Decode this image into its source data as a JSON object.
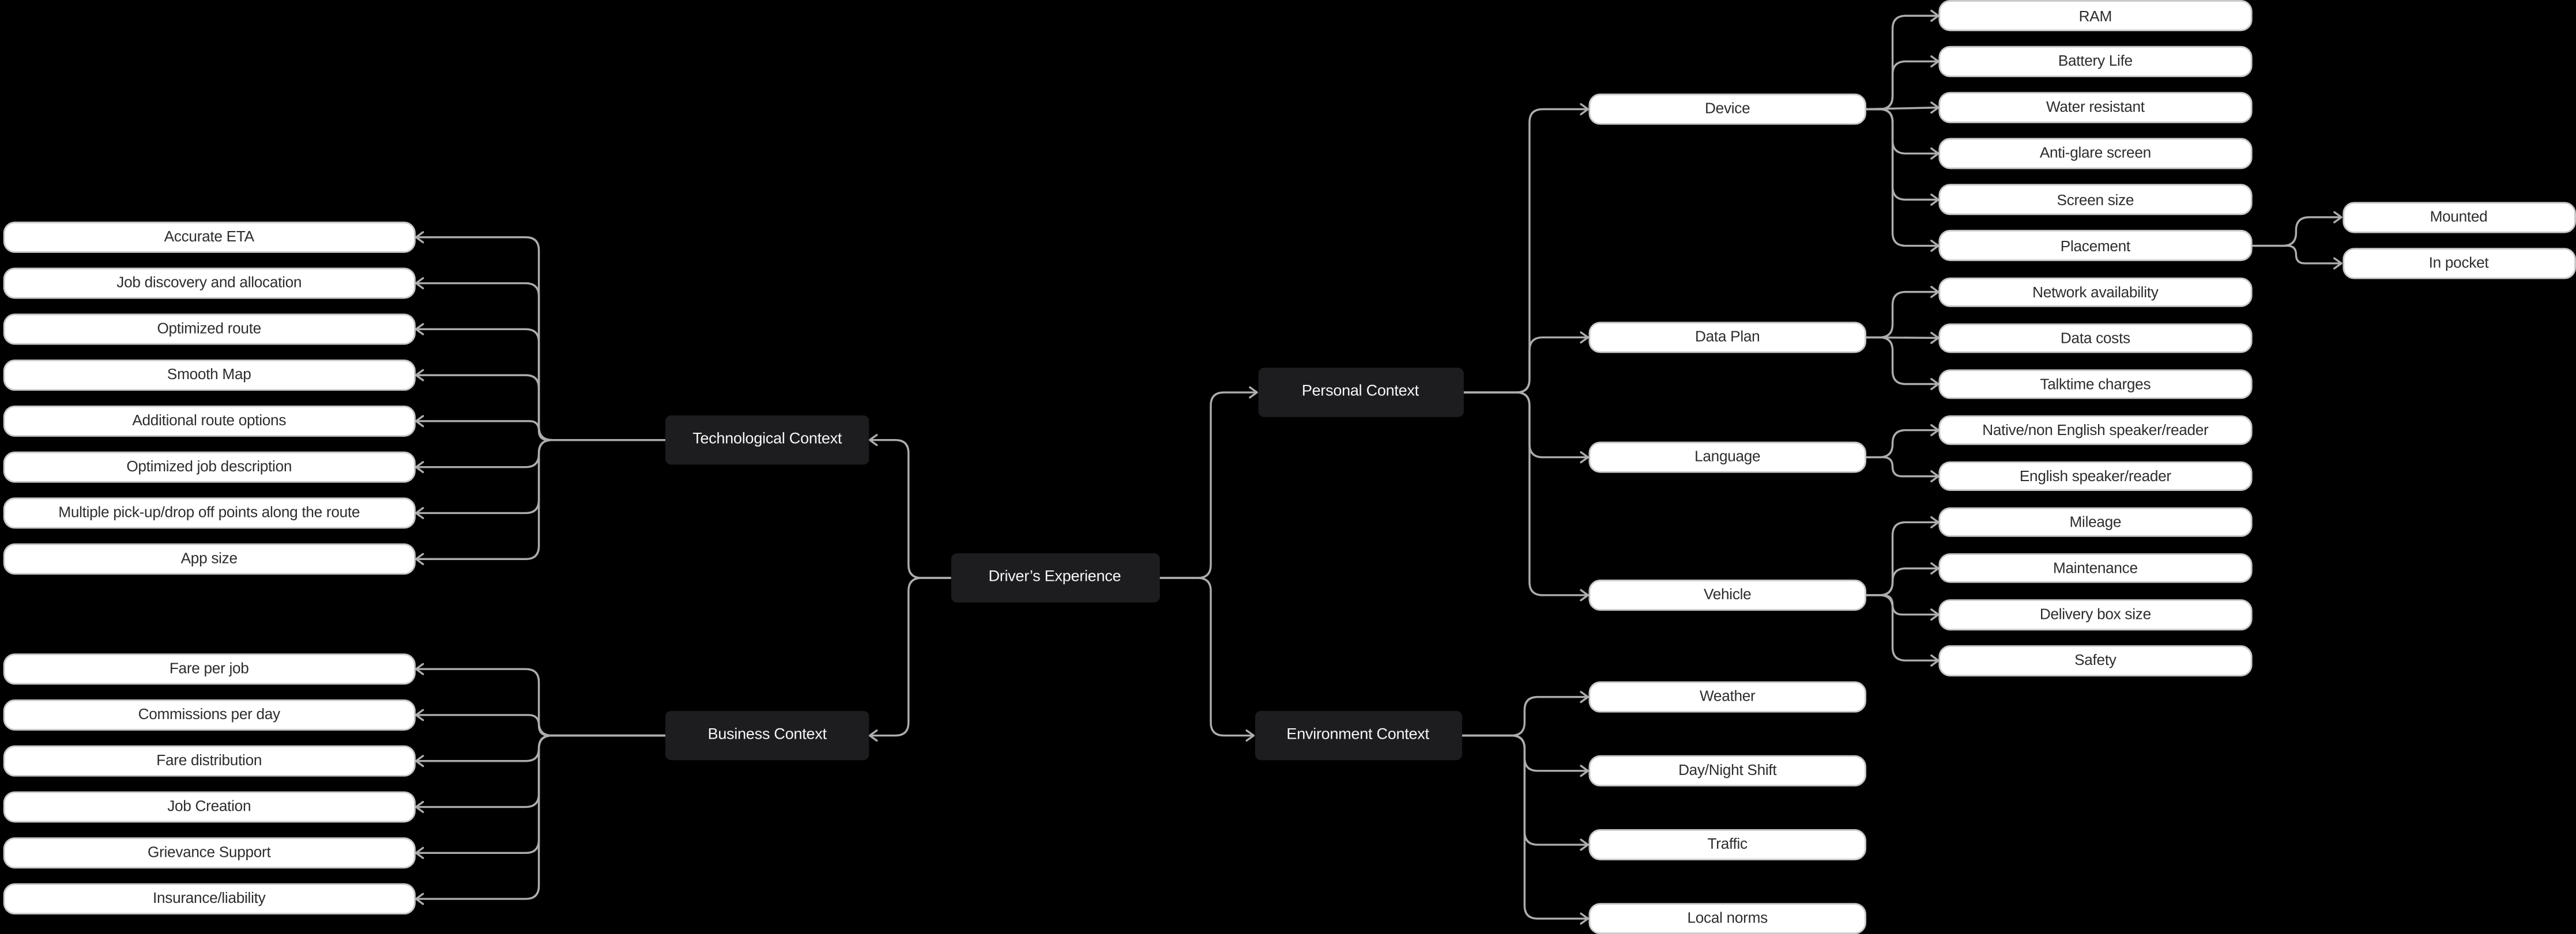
{
  "colors": {
    "background": "#000000",
    "edge": "#adadad",
    "pill_bg": "#ffffff",
    "pill_border": "#c8c8ca",
    "pill_text": "#2d2d2f",
    "dark_node_bg": "#1d1d1f",
    "dark_node_text": "#f6f6f7"
  },
  "nodes": {
    "drivers": {
      "label": "Driver’s Experience"
    },
    "tech": {
      "label": "Technological Context"
    },
    "business": {
      "label": "Business Context"
    },
    "personal": {
      "label": "Personal Context"
    },
    "environment": {
      "label": "Environment Context"
    },
    "eta": {
      "label": "Accurate ETA"
    },
    "jobdiscovery": {
      "label": "Job discovery and allocation"
    },
    "optroute": {
      "label": "Optimized route"
    },
    "smoothmap": {
      "label": "Smooth Map"
    },
    "addroutes": {
      "label": "Additional route options"
    },
    "optjob": {
      "label": "Optimized job description"
    },
    "multipick": {
      "label": "Multiple pick-up/drop off points along the route"
    },
    "appsize": {
      "label": "App size"
    },
    "fare": {
      "label": "Fare per job"
    },
    "commissions": {
      "label": "Commissions per day"
    },
    "faredist": {
      "label": "Fare distribution"
    },
    "jobcreation": {
      "label": "Job Creation"
    },
    "grievance": {
      "label": "Grievance Support"
    },
    "insurance": {
      "label": "Insurance/liability"
    },
    "device": {
      "label": "Device"
    },
    "dataplan": {
      "label": "Data Plan"
    },
    "language": {
      "label": "Language"
    },
    "vehicle": {
      "label": "Vehicle"
    },
    "weather": {
      "label": "Weather"
    },
    "dayshift": {
      "label": "Day/Night Shift"
    },
    "traffic": {
      "label": "Traffic"
    },
    "localnorms": {
      "label": "Local norms"
    },
    "ram": {
      "label": "RAM"
    },
    "battery": {
      "label": "Battery Life"
    },
    "water": {
      "label": "Water resistant"
    },
    "antiglare": {
      "label": "Anti-glare screen"
    },
    "screensize": {
      "label": "Screen size"
    },
    "placement": {
      "label": "Placement"
    },
    "network": {
      "label": "Network availability"
    },
    "datacosts": {
      "label": "Data costs"
    },
    "talktime": {
      "label": "Talktime charges"
    },
    "native": {
      "label": "Native/non English speaker/reader"
    },
    "english": {
      "label": "English speaker/reader"
    },
    "mileage": {
      "label": "Mileage"
    },
    "maintenance": {
      "label": "Maintenance"
    },
    "deliverybox": {
      "label": "Delivery box size"
    },
    "safety": {
      "label": "Safety"
    },
    "mounted": {
      "label": "Mounted"
    },
    "inpocket": {
      "label": "In pocket"
    }
  },
  "edges": [
    {
      "from": "drivers",
      "to": "tech"
    },
    {
      "from": "drivers",
      "to": "business"
    },
    {
      "from": "drivers",
      "to": "personal"
    },
    {
      "from": "drivers",
      "to": "environment"
    },
    {
      "from": "tech",
      "to": "eta"
    },
    {
      "from": "tech",
      "to": "jobdiscovery"
    },
    {
      "from": "tech",
      "to": "optroute"
    },
    {
      "from": "tech",
      "to": "smoothmap"
    },
    {
      "from": "tech",
      "to": "addroutes"
    },
    {
      "from": "tech",
      "to": "optjob"
    },
    {
      "from": "tech",
      "to": "multipick"
    },
    {
      "from": "tech",
      "to": "appsize"
    },
    {
      "from": "business",
      "to": "fare"
    },
    {
      "from": "business",
      "to": "commissions"
    },
    {
      "from": "business",
      "to": "faredist"
    },
    {
      "from": "business",
      "to": "jobcreation"
    },
    {
      "from": "business",
      "to": "grievance"
    },
    {
      "from": "business",
      "to": "insurance"
    },
    {
      "from": "personal",
      "to": "device"
    },
    {
      "from": "personal",
      "to": "dataplan"
    },
    {
      "from": "personal",
      "to": "language"
    },
    {
      "from": "personal",
      "to": "vehicle"
    },
    {
      "from": "environment",
      "to": "weather"
    },
    {
      "from": "environment",
      "to": "dayshift"
    },
    {
      "from": "environment",
      "to": "traffic"
    },
    {
      "from": "environment",
      "to": "localnorms"
    },
    {
      "from": "device",
      "to": "ram"
    },
    {
      "from": "device",
      "to": "battery"
    },
    {
      "from": "device",
      "to": "water"
    },
    {
      "from": "device",
      "to": "antiglare"
    },
    {
      "from": "device",
      "to": "screensize"
    },
    {
      "from": "device",
      "to": "placement"
    },
    {
      "from": "dataplan",
      "to": "network"
    },
    {
      "from": "dataplan",
      "to": "datacosts"
    },
    {
      "from": "dataplan",
      "to": "talktime"
    },
    {
      "from": "language",
      "to": "native"
    },
    {
      "from": "language",
      "to": "english"
    },
    {
      "from": "vehicle",
      "to": "mileage"
    },
    {
      "from": "vehicle",
      "to": "maintenance"
    },
    {
      "from": "vehicle",
      "to": "deliverybox"
    },
    {
      "from": "vehicle",
      "to": "safety"
    },
    {
      "from": "placement",
      "to": "mounted"
    },
    {
      "from": "placement",
      "to": "inpocket"
    }
  ]
}
